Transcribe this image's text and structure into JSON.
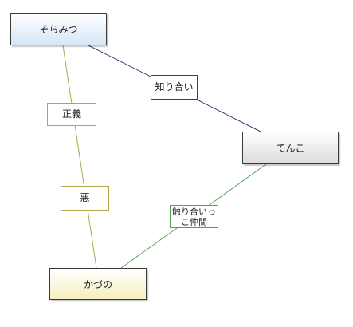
{
  "diagram": {
    "nodes": {
      "soramitsu": {
        "label": "そらみつ"
      },
      "tenko": {
        "label": "てんこ"
      },
      "katsuno": {
        "label": "かづの"
      }
    },
    "edges": [
      {
        "from": "soramitsu",
        "to": "tenko",
        "label": "知り合い",
        "color": "#3a3a78"
      },
      {
        "from": "soramitsu",
        "to": "katsuno",
        "label": "正義",
        "color": "#b1a74a"
      },
      {
        "from": "soramitsu",
        "to": "katsuno",
        "label": "悪",
        "color": "#b1a74a"
      },
      {
        "from": "tenko",
        "to": "katsuno",
        "label": "触り合いっ\nこ仲間",
        "color": "#54a054"
      }
    ]
  }
}
